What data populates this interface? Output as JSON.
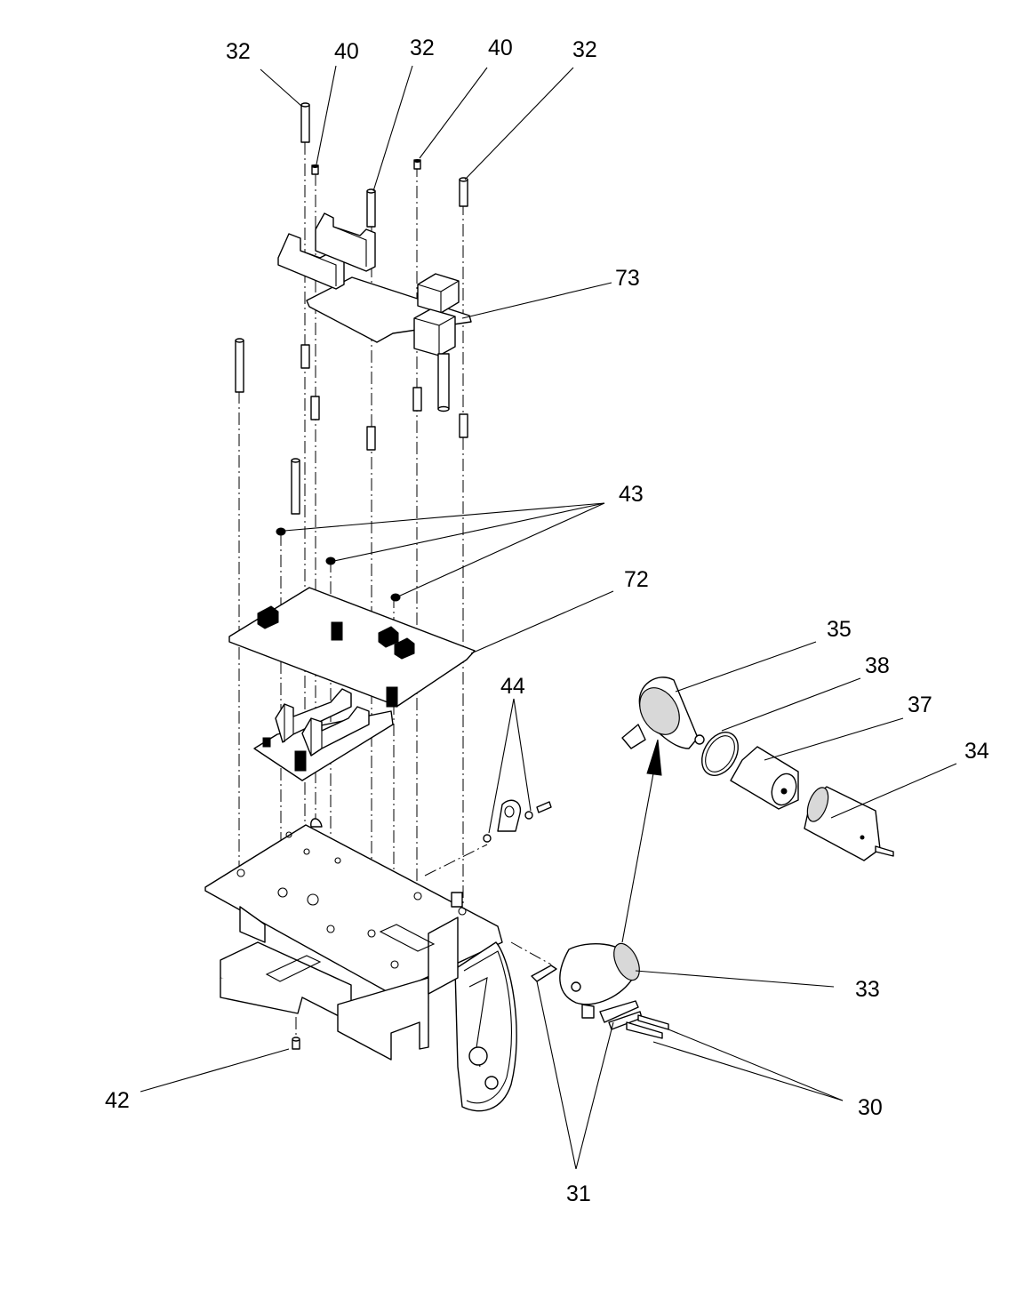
{
  "callouts": {
    "c32a": "32",
    "c40a": "40",
    "c32b": "32",
    "c40b": "40",
    "c32c": "32",
    "c73": "73",
    "c43": "43",
    "c72": "72",
    "c35": "35",
    "c38": "38",
    "c44": "44",
    "c37": "37",
    "c34": "34",
    "c33": "33",
    "c42": "42",
    "c30": "30",
    "c31": "31"
  }
}
